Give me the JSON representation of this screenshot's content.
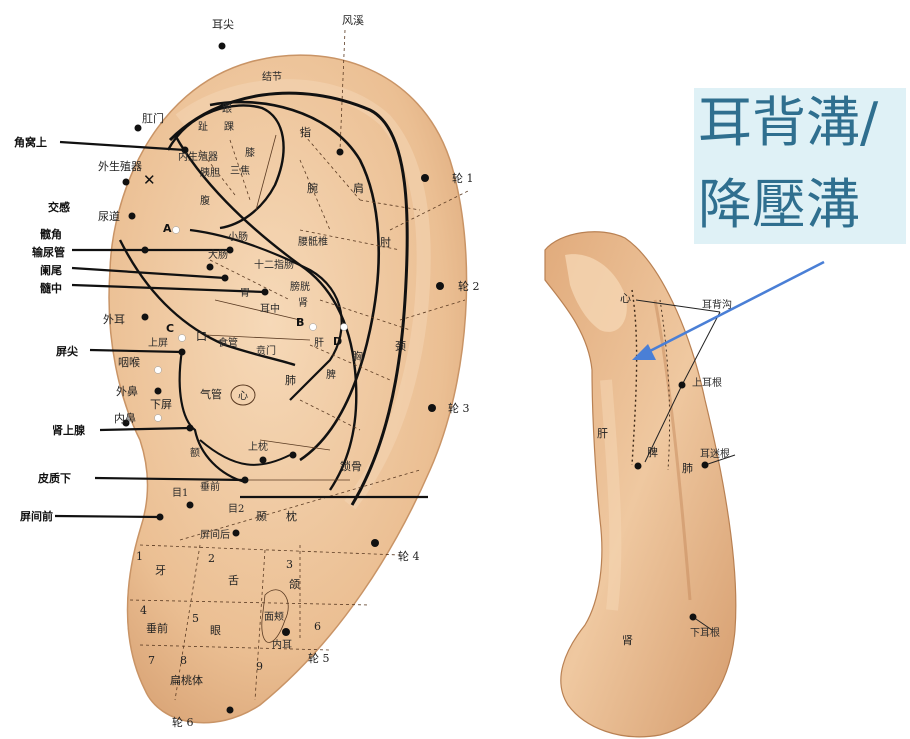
{
  "front_ear": {
    "top_labels": {
      "ear_apex": "耳尖",
      "wind_stream": "风溪",
      "tubercle": "结节"
    },
    "left_labels": {
      "anus": "肛门",
      "jiaowo_upper": "角窝上",
      "ext_genitals": "外生殖器",
      "sympathetic": "交感",
      "urethra": "尿道",
      "bone_angle": "髋角",
      "ureter": "输尿管",
      "appendix": "阑尾",
      "marrow_mid": "髓中",
      "outer_ear": "外耳",
      "screen_tip": "屏尖",
      "throat": "咽喉",
      "outer_nose": "外鼻",
      "inner_nose": "内鼻",
      "lower_screen": "下屏",
      "adrenal": "肾上腺",
      "subcortex": "皮质下",
      "inter_screen_front": "屏间前"
    },
    "helix_labels": [
      "轮 1",
      "轮 2",
      "轮 3",
      "轮 4",
      "轮 5",
      "轮 6"
    ],
    "region_labels": {
      "finger": "指",
      "wrist": "腕",
      "elbow": "肘",
      "shoulder": "肩",
      "lumbosacral": "腰骶椎",
      "chest": "胸",
      "neck": "颈",
      "clavicle": "锁骨",
      "heel": "跟",
      "toe": "趾",
      "ankle": "踝",
      "knee": "膝",
      "mouth": "口",
      "esophagus": "食管",
      "cardia": "贲门",
      "trachea": "气管",
      "heart": "心",
      "lung": "肺",
      "upper_screen": "上屏",
      "forehead": "额",
      "pillow": "枕",
      "temple": "颞",
      "upper_pillow": "上枕",
      "uterus": "内生殖器",
      "tooth": "牙",
      "tongue": "舌",
      "jaw": "颌",
      "eye": "眼",
      "inner_ear": "内耳",
      "cheek": "面颊",
      "tonsil": "扁桃体",
      "lower_jaw": "垂前",
      "helix_heel": "耳中",
      "screen_inter_back": "屏间后",
      "ear_1": "目1",
      "ear_2": "目2",
      "small_intestine": "小肠",
      "large_intestine": "大肠",
      "stomach": "胃",
      "bladder": "膀胱",
      "kidney": "肾",
      "liver": "肝",
      "spleen": "脾",
      "pancreas": "胰胆",
      "duodenum": "十二指肠",
      "sanjiao": "三焦",
      "abdomen": "腹"
    },
    "point_letters": [
      "A",
      "B",
      "C",
      "D"
    ],
    "lobe_numbers": [
      "1",
      "2",
      "3",
      "4",
      "5",
      "6",
      "7",
      "8",
      "9"
    ]
  },
  "back_ear": {
    "labels": {
      "heart": "心",
      "groove": "耳背沟",
      "upper_root": "上耳根",
      "liver": "肝",
      "spleen": "脾",
      "vagus_root": "耳迷根",
      "lung": "肺",
      "kidney": "肾",
      "lower_root": "下耳根"
    }
  },
  "callout": {
    "line1": "耳背溝/",
    "line2": "降壓溝"
  },
  "colors": {
    "skin": "#e8bc90",
    "skin_light": "#f3d3b0",
    "skin_dark": "#c98f62",
    "arrow": "#4a7fd6",
    "callout_bg": "#dff1f6"
  }
}
